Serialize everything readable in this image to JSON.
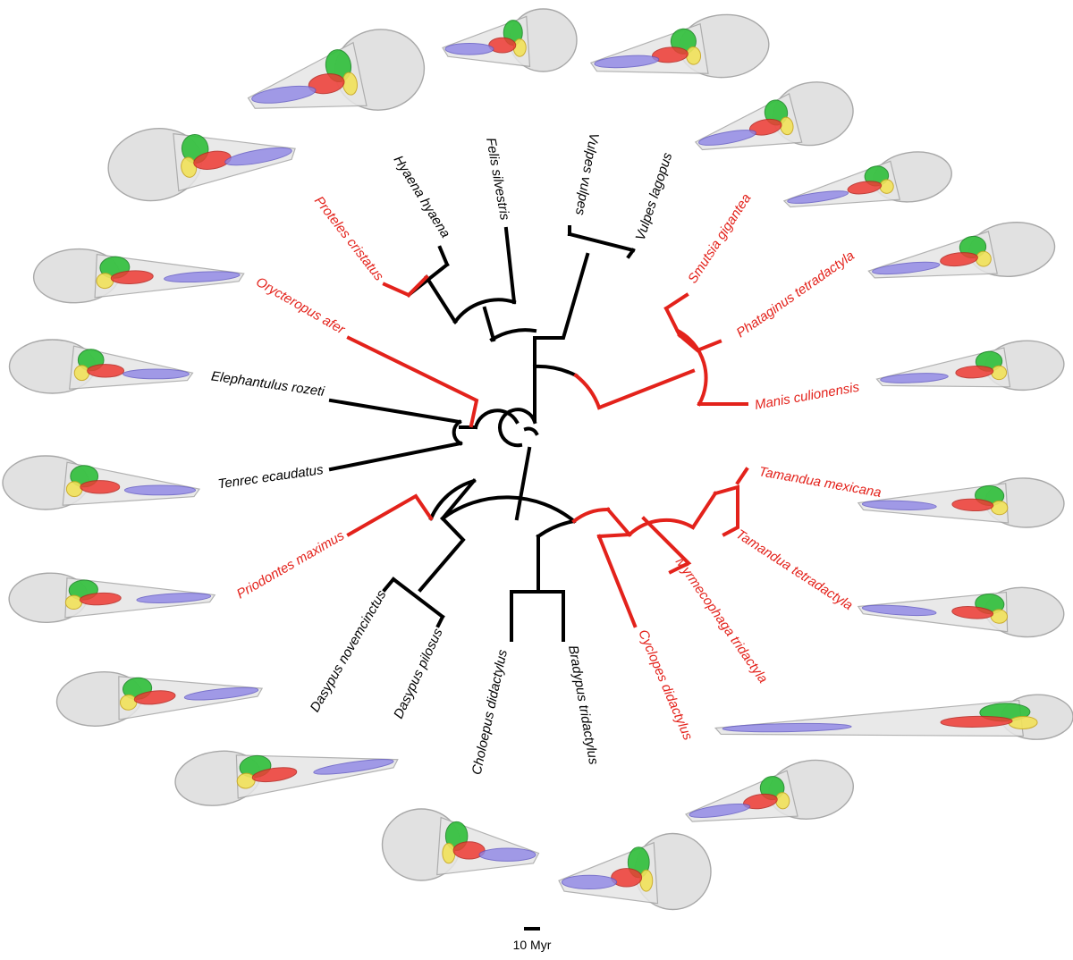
{
  "colors": {
    "myrmecophagous": "#e3221b",
    "other": "#000000",
    "turbinal_green": "#2fbf3a",
    "turbinal_red": "#ee3b34",
    "turbinal_yellow": "#f2e25a",
    "turbinal_orange": "#f0a23a",
    "turbinal_purple": "#8f86e6",
    "skull_grey": "#d8d8d8"
  },
  "taxa": [
    {
      "id": "hyaena",
      "label": "Hyaena hyaena",
      "group": "other"
    },
    {
      "id": "felis",
      "label": "Felis silvestris",
      "group": "other"
    },
    {
      "id": "vvulpes",
      "label": "Vulpes vulpes",
      "group": "other"
    },
    {
      "id": "vlagopus",
      "label": "Vulpes lagopus",
      "group": "other"
    },
    {
      "id": "smutsia",
      "label": "Smutsia gigantea",
      "group": "myrmecophagous"
    },
    {
      "id": "phataginus",
      "label": "Phataginus tetradactyla",
      "group": "myrmecophagous"
    },
    {
      "id": "manis",
      "label": "Manis culionensis",
      "group": "myrmecophagous"
    },
    {
      "id": "tmexicana",
      "label": "Tamandua mexicana",
      "group": "myrmecophagous"
    },
    {
      "id": "ttetradactyla",
      "label": "Tamandua tetradactyla",
      "group": "myrmecophagous"
    },
    {
      "id": "myrmecophaga",
      "label": "Myrmecophaga tridactyla",
      "group": "myrmecophagous"
    },
    {
      "id": "cyclopes",
      "label": "Cyclopes didactylus",
      "group": "myrmecophagous"
    },
    {
      "id": "bradypus",
      "label": "Bradypus tridactylus",
      "group": "other"
    },
    {
      "id": "choloepus",
      "label": "Choloepus didactylus",
      "group": "other"
    },
    {
      "id": "dpilosus",
      "label": "Dasypus pilosus",
      "group": "other"
    },
    {
      "id": "dnovemcinctus",
      "label": "Dasypus novemcinctus",
      "group": "other"
    },
    {
      "id": "priodontes",
      "label": "Priodontes maximus",
      "group": "myrmecophagous"
    },
    {
      "id": "tenrec",
      "label": "Tenrec ecaudatus",
      "group": "other"
    },
    {
      "id": "elephantulus",
      "label": "Elephantulus rozeti",
      "group": "other"
    },
    {
      "id": "orycteropus",
      "label": "Orycteropus afer",
      "group": "myrmecophagous"
    },
    {
      "id": "proteles",
      "label": "Proteles cristatus",
      "group": "myrmecophagous"
    }
  ],
  "scale_bar": {
    "label": "10 Myr"
  }
}
